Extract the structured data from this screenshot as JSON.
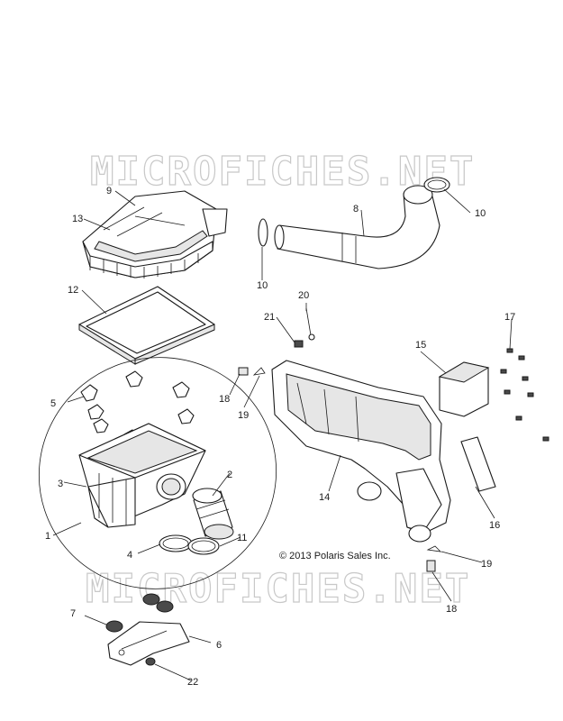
{
  "watermark": {
    "top": "MICROFICHES.NET",
    "bottom": "MICROFICHES.NET"
  },
  "copyright": "© 2013 Polaris Sales Inc.",
  "callouts": {
    "c1": "1",
    "c2": "2",
    "c3": "3",
    "c4": "4",
    "c5": "5",
    "c6": "6",
    "c7": "7",
    "c8": "8",
    "c9": "9",
    "c10a": "10",
    "c10b": "10",
    "c11": "11",
    "c12": "12",
    "c13": "13",
    "c14": "14",
    "c15": "15",
    "c16": "16",
    "c17": "17",
    "c18a": "18",
    "c18b": "18",
    "c19a": "19",
    "c19b": "19",
    "c20": "20",
    "c21": "21",
    "c22": "22"
  }
}
